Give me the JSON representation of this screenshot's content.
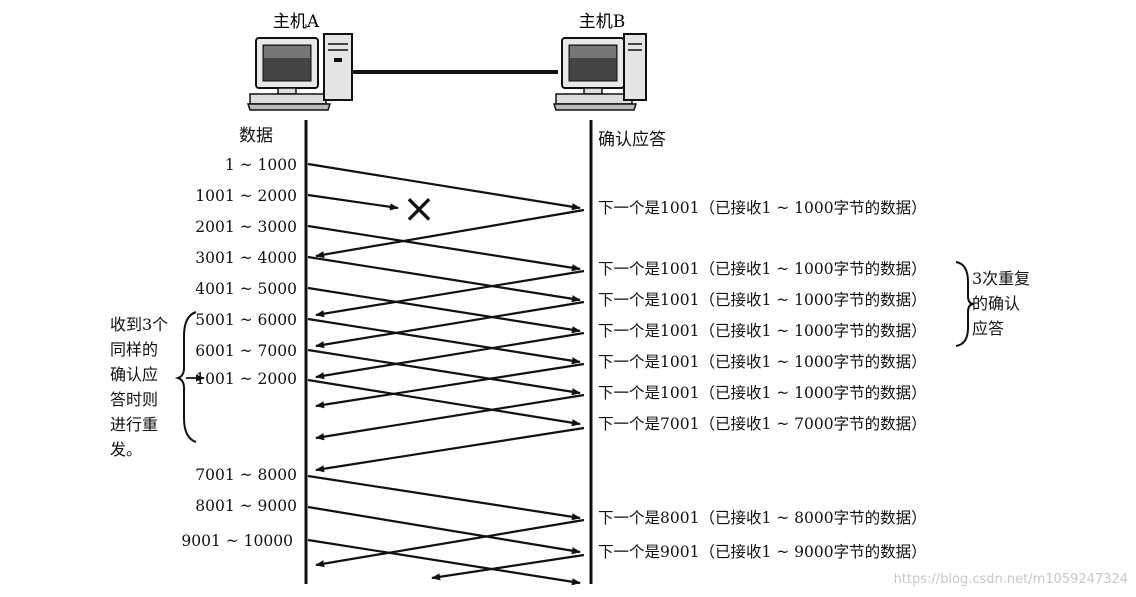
{
  "hosts": {
    "a_label": "主机A",
    "b_label": "主机B"
  },
  "columns": {
    "left_header": "数据",
    "right_header": "确认应答"
  },
  "data_segments": [
    "1 ~ 1000",
    "1001 ~ 2000",
    "2001 ~ 3000",
    "3001 ~ 4000",
    "4001 ~ 5000",
    "5001 ~ 6000",
    "6001 ~ 7000",
    "1001 ~ 2000",
    "7001 ~ 8000",
    "8001 ~ 9000",
    "9001 ~ 10000"
  ],
  "acks": [
    "下一个是1001（已接收1 ~ 1000字节的数据）",
    "下一个是1001（已接收1 ~ 1000字节的数据）",
    "下一个是1001（已接收1 ~ 1000字节的数据）",
    "下一个是1001（已接收1 ~ 1000字节的数据）",
    "下一个是1001（已接收1 ~ 1000字节的数据）",
    "下一个是1001（已接收1 ~ 1000字节的数据）",
    "下一个是7001（已接收1 ~ 7000字节的数据）",
    "下一个是8001（已接收1 ~ 8000字节的数据）",
    "下一个是9001（已接收1 ~ 9000字节的数据）"
  ],
  "right_note": [
    "3次重复",
    "的确认",
    "应答"
  ],
  "left_note": [
    "收到3个",
    "同样的",
    "确认应",
    "答时则",
    "进行重",
    "发。"
  ],
  "lost_marker": "×",
  "watermark": "https://blog.csdn.net/m1059247324"
}
